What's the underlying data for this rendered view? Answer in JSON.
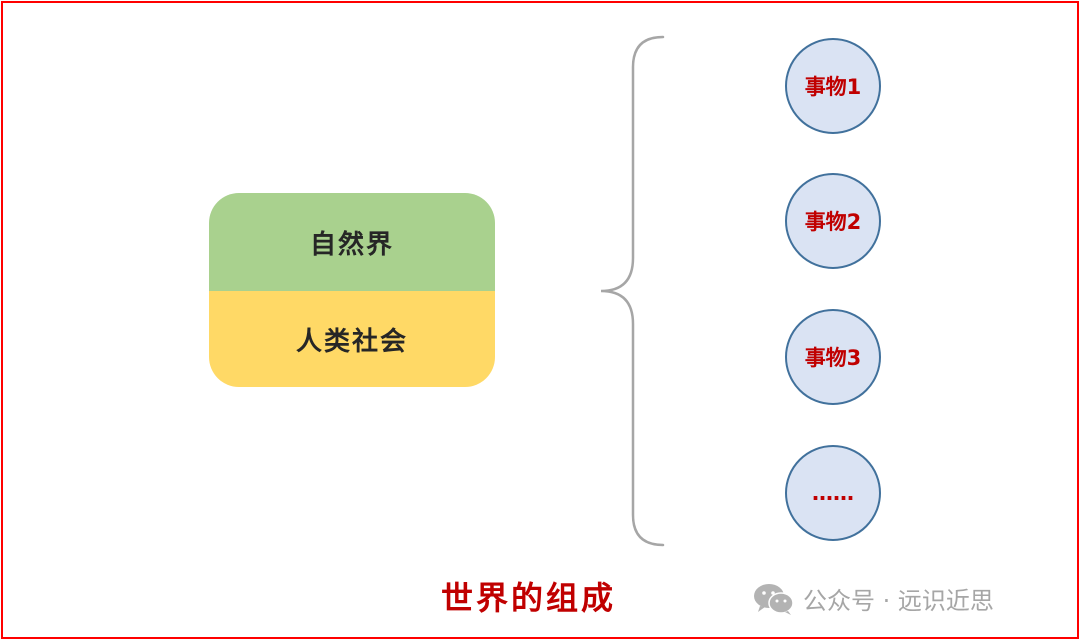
{
  "world": {
    "nature": "自然界",
    "society": "人类社会"
  },
  "things": [
    {
      "label": "事物1"
    },
    {
      "label": "事物2"
    },
    {
      "label": "事物3"
    },
    {
      "label": "……"
    }
  ],
  "caption": "世界的组成",
  "watermark": {
    "icon": "wechat-icon",
    "text": "公众号 · 远识近思"
  },
  "colors": {
    "frame": "#ff0000",
    "nature_fill": "#a9d18e",
    "society_fill": "#ffd966",
    "circle_fill": "#dae3f3",
    "circle_stroke": "#41719c",
    "accent_text": "#c00000",
    "brace": "#a6a6a6"
  }
}
